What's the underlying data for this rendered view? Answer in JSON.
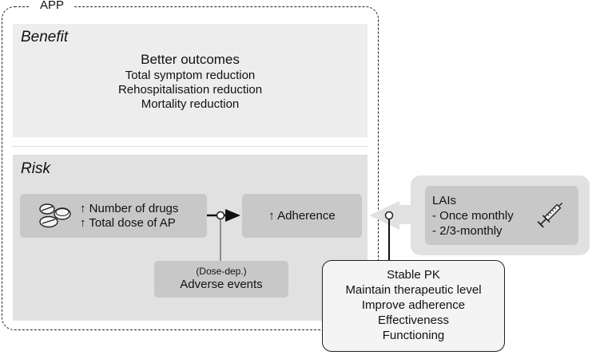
{
  "app_label": "APP",
  "benefit": {
    "title": "Benefit",
    "heading": "Better outcomes",
    "items": [
      "Total symptom reduction",
      "Rehospitalisation reduction",
      "Mortality reduction"
    ]
  },
  "risk": {
    "title": "Risk",
    "drugs": {
      "line1": "Number of drugs",
      "line2": "Total dose of AP",
      "arrow": "↑"
    },
    "adherence": {
      "arrow": "↑",
      "label": "Adherence"
    },
    "adverse": {
      "qualifier": "(Dose-dep.)",
      "label": "Adverse events"
    }
  },
  "lai": {
    "title": "LAIs",
    "items": [
      "- Once monthly",
      "- 2/3-monthly"
    ]
  },
  "pk": {
    "items": [
      "Stable PK",
      "Maintain therapeutic level",
      "Improve adherence",
      "Effectiveness",
      "Functioning"
    ]
  },
  "icons": {
    "pills": "pills-icon",
    "syringe": "syringe-icon"
  },
  "colors": {
    "panel_light": "#ededed",
    "panel_mid": "#e1e1e1",
    "box": "#c8c8c8",
    "outline": "#222222"
  }
}
